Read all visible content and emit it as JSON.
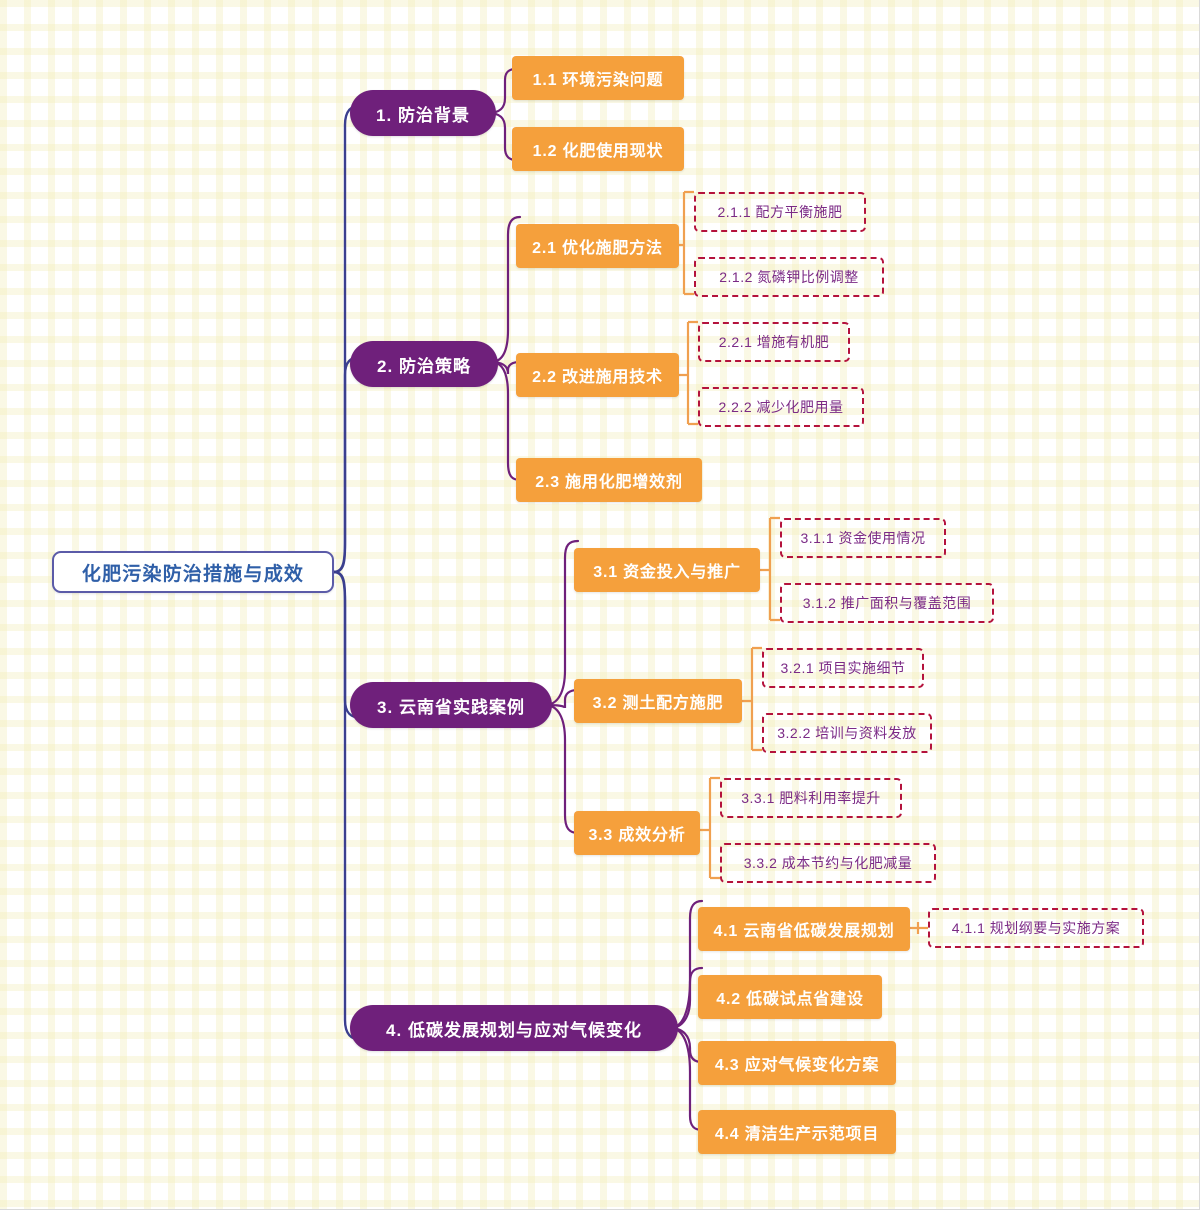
{
  "diagram": {
    "type": "mindmap",
    "title": "化肥污染防治措施与成效",
    "background": "#ffffff",
    "grid": true,
    "colors": {
      "root_border": "#5b5ba8",
      "root_text": "#2f5fa8",
      "level1_fill": "#6f207b",
      "level1_text": "#ffffff",
      "level2_fill": "#f5a03c",
      "level2_text": "#ffffff",
      "level3_border": "#b4123c",
      "level3_text": "#7b2a86",
      "edge_root": "#3b3f8f",
      "edge_level1": "#6f207b",
      "edge_level2": "#f0a050"
    }
  },
  "root": {
    "label": "化肥污染防治措施与成效"
  },
  "branches": [
    {
      "label": "1. 防治背景",
      "children": [
        {
          "label": "1.1 环境污染问题",
          "children": []
        },
        {
          "label": "1.2 化肥使用现状",
          "children": []
        }
      ]
    },
    {
      "label": "2. 防治策略",
      "children": [
        {
          "label": "2.1 优化施肥方法",
          "children": [
            {
              "label": "2.1.1 配方平衡施肥"
            },
            {
              "label": "2.1.2 氮磷钾比例调整"
            }
          ]
        },
        {
          "label": "2.2 改进施用技术",
          "children": [
            {
              "label": "2.2.1 增施有机肥"
            },
            {
              "label": "2.2.2 减少化肥用量"
            }
          ]
        },
        {
          "label": "2.3 施用化肥增效剂",
          "children": []
        }
      ]
    },
    {
      "label": "3. 云南省实践案例",
      "children": [
        {
          "label": "3.1 资金投入与推广",
          "children": [
            {
              "label": "3.1.1 资金使用情况"
            },
            {
              "label": "3.1.2 推广面积与覆盖范围"
            }
          ]
        },
        {
          "label": "3.2 测土配方施肥",
          "children": [
            {
              "label": "3.2.1 项目实施细节"
            },
            {
              "label": "3.2.2 培训与资料发放"
            }
          ]
        },
        {
          "label": "3.3 成效分析",
          "children": [
            {
              "label": "3.3.1 肥料利用率提升"
            },
            {
              "label": "3.3.2 成本节约与化肥减量"
            }
          ]
        }
      ]
    },
    {
      "label": "4. 低碳发展规划与应对气候变化",
      "children": [
        {
          "label": "4.1 云南省低碳发展规划",
          "children": [
            {
              "label": "4.1.1 规划纲要与实施方案"
            }
          ]
        },
        {
          "label": "4.2 低碳试点省建设",
          "children": []
        },
        {
          "label": "4.3 应对气候变化方案",
          "children": []
        },
        {
          "label": "4.4 清洁生产示范项目",
          "children": []
        }
      ]
    }
  ]
}
